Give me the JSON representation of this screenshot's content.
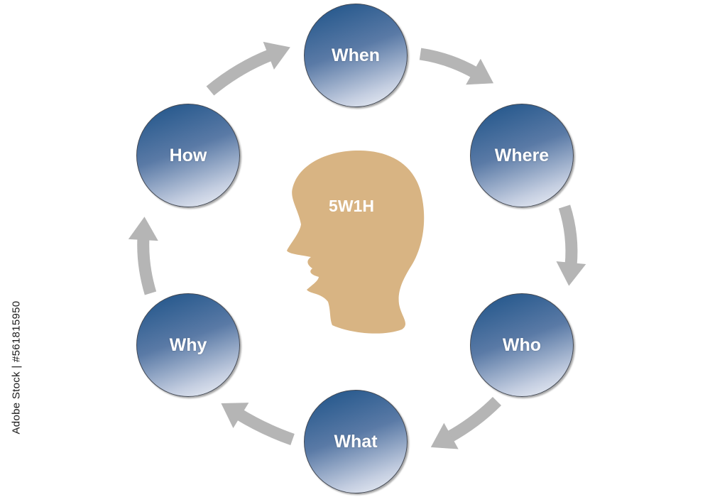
{
  "diagram": {
    "center": {
      "label": "5W1H",
      "color": "#d8b483"
    },
    "nodes": [
      {
        "id": "when",
        "label": "When"
      },
      {
        "id": "where",
        "label": "Where"
      },
      {
        "id": "who",
        "label": "Who"
      },
      {
        "id": "what",
        "label": "What"
      },
      {
        "id": "why",
        "label": "Why"
      },
      {
        "id": "how",
        "label": "How"
      }
    ],
    "arrow_color": "#b5b5b5",
    "arrow_direction": "clockwise"
  },
  "watermark": "Adobe Stock | #561815950"
}
